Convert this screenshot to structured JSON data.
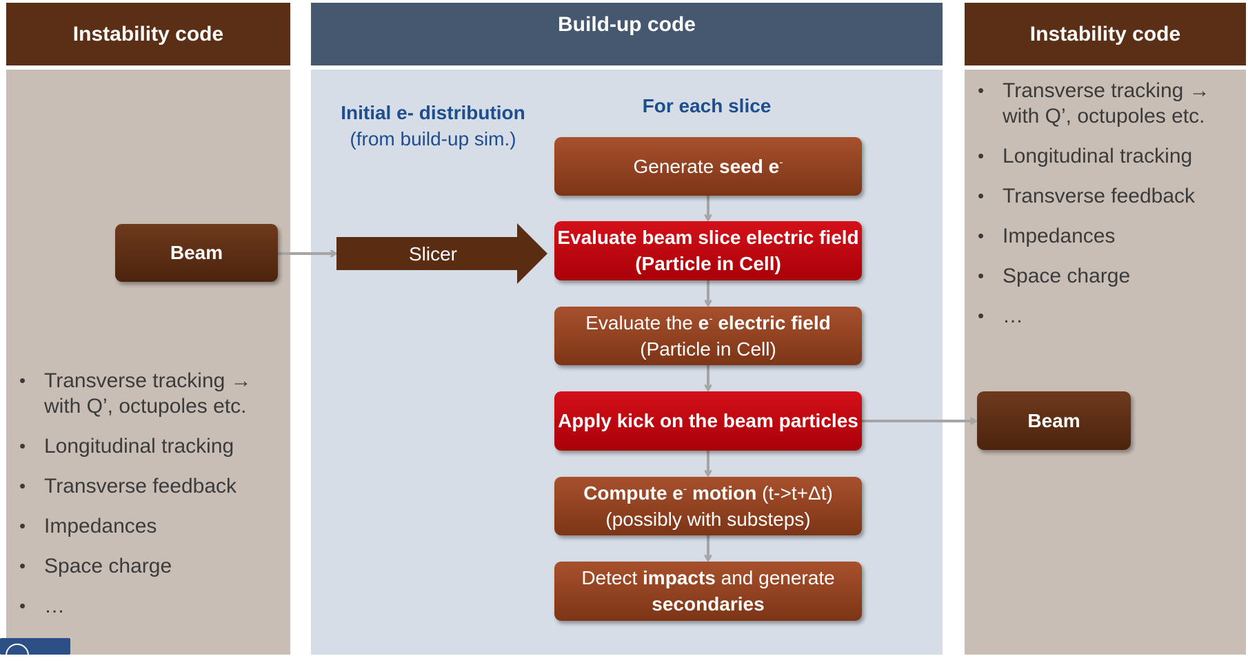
{
  "headers": {
    "left": "Instability code",
    "middle": "Build-up code",
    "right": "Instability code"
  },
  "left_panel": {
    "beam_label": "Beam",
    "bullets": [
      "Transverse tracking → with Q’, octupoles etc.",
      "Longitudinal tracking",
      "Transverse feedback",
      "Impedances",
      "Space charge",
      "…"
    ]
  },
  "middle_panel": {
    "initial_title": "Initial e- distribution",
    "initial_subtitle": "(from build-up sim.)",
    "for_each_label": "For each slice",
    "slicer_label": "Slicer",
    "steps": {
      "s1_pre": "Generate ",
      "s1_bold": "seed e",
      "s1_sup": "-",
      "s2": "Evaluate beam slice electric field (Particle in Cell)",
      "s3_pre": "Evaluate the ",
      "s3_bold_a": "e",
      "s3_sup": "-",
      "s3_bold_b": " electric field",
      "s3_post": "(Particle in Cell)",
      "s4": "Apply kick on the beam particles",
      "s5_bold_a": "Compute e",
      "s5_sup": "-",
      "s5_bold_b": " motion",
      "s5_post": "(t->t+Δt)",
      "s5_line2": "(possibly with substeps)",
      "s6_pre": "Detect ",
      "s6_bold": "impacts",
      "s6_post": " and generate",
      "s6_line2": "secondaries"
    }
  },
  "right_panel": {
    "beam_label": "Beam",
    "bullets": [
      "Transverse tracking → with Q’, octupoles etc.",
      "Longitudinal tracking",
      "Transverse feedback",
      "Impedances",
      "Space charge",
      "…"
    ]
  },
  "colors": {
    "header_brown": "#5b2e16",
    "header_slate": "#46586f",
    "panel_taupe": "#c9beb5",
    "panel_blue": "#d6dde7",
    "step_brown": "#8f4220",
    "step_red": "#c00010",
    "label_blue": "#1f4e8c"
  }
}
